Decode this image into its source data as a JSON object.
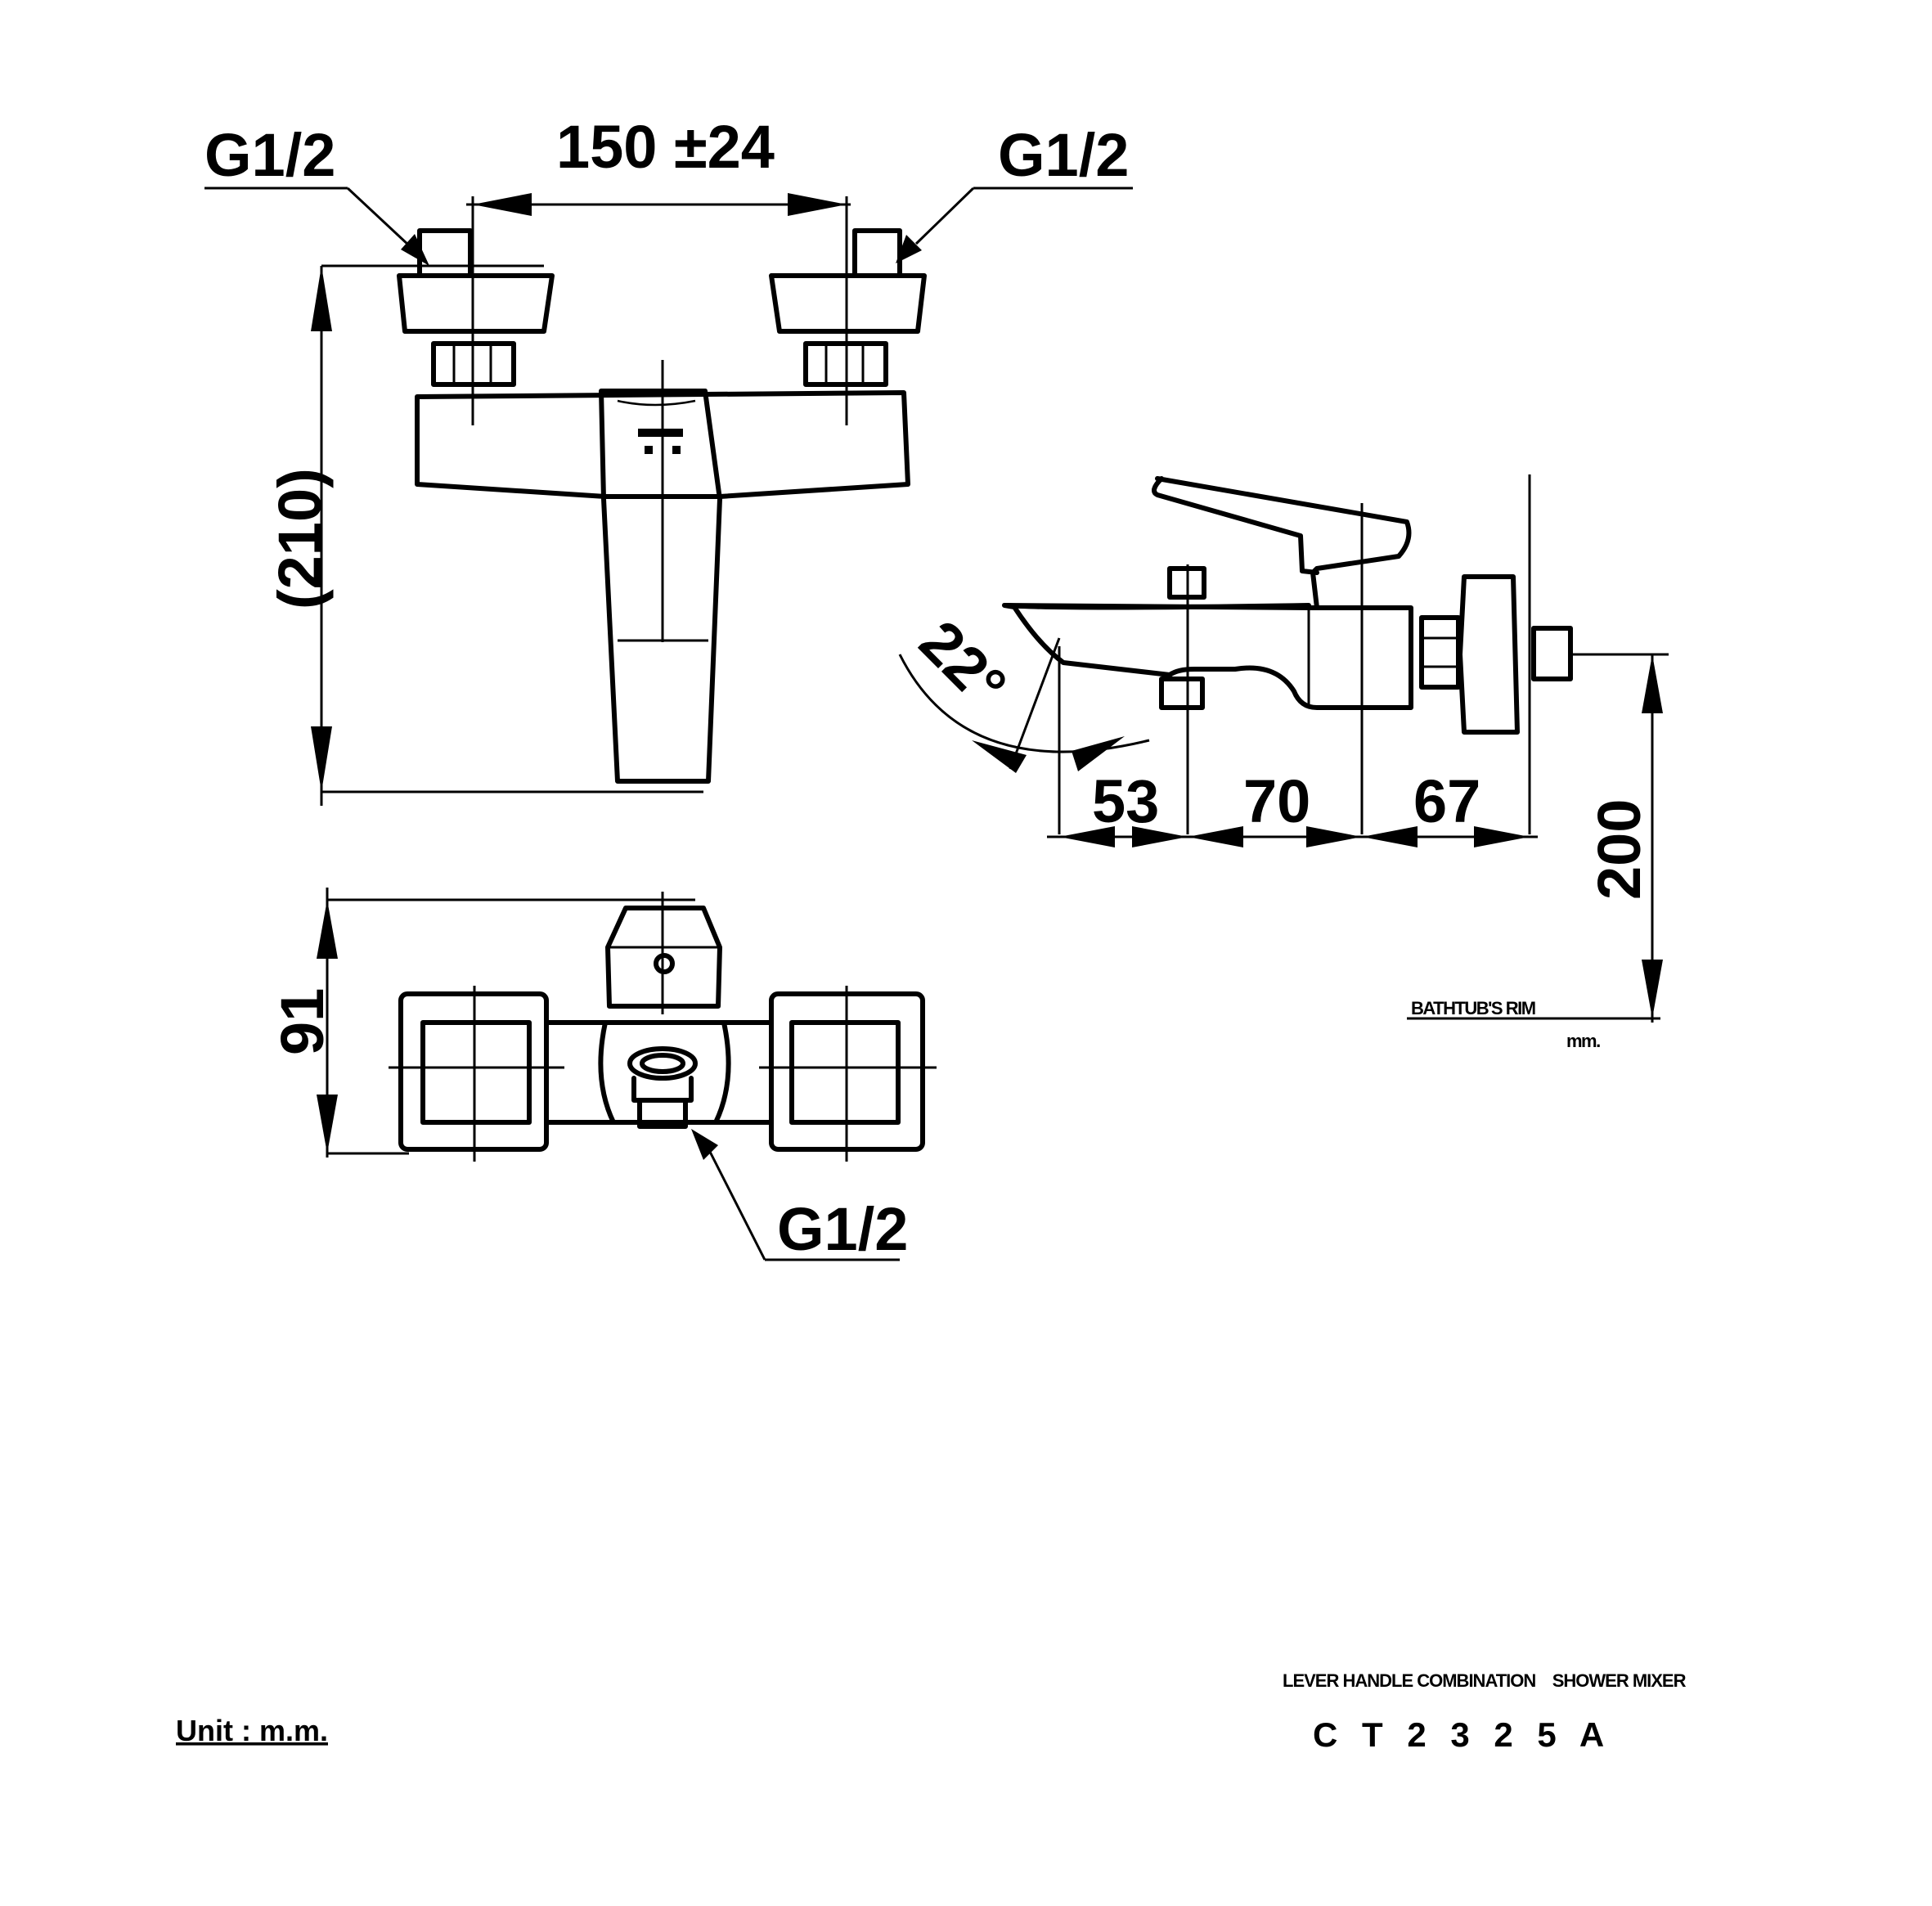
{
  "front_view": {
    "thread_left": "G1/2",
    "thread_right": "G1/2",
    "center_distance": "150 ±24",
    "height": "(210)"
  },
  "top_view": {
    "depth": "91",
    "thread_outlet": "G1/2"
  },
  "side_view": {
    "angle": "22°",
    "dim_a": "53",
    "dim_b": "70",
    "dim_c": "67",
    "height_above_rim": "200",
    "rim_label": "BATHTUB'S RIM",
    "rim_unit": "mm."
  },
  "title_block": {
    "unit": "Unit : m.m.",
    "description": "LEVER HANDLE COMBINATION    SHOWER MIXER",
    "model": "C T 2 3 2 5 A"
  }
}
